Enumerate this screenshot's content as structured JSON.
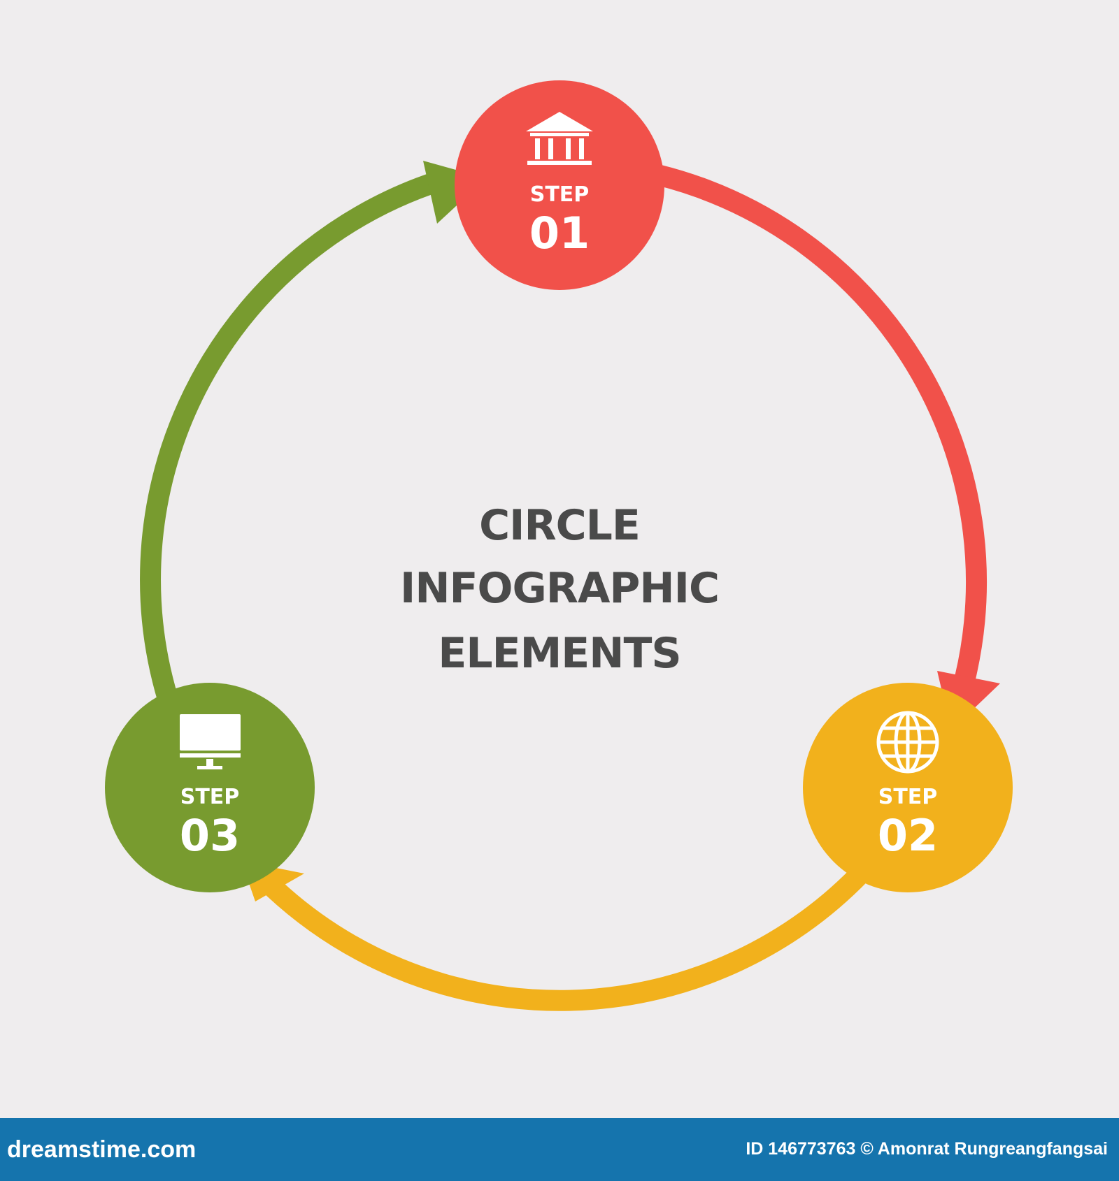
{
  "title_lines": [
    "CIRCLE",
    "INFOGRAPHIC",
    "ELEMENTS"
  ],
  "steps": [
    {
      "label": "STEP",
      "number": "01",
      "icon": "bank-icon",
      "color": "#f1514a"
    },
    {
      "label": "STEP",
      "number": "02",
      "icon": "globe-icon",
      "color": "#f2b11c"
    },
    {
      "label": "STEP",
      "number": "03",
      "icon": "monitor-icon",
      "color": "#789b2f"
    }
  ],
  "colors": {
    "background": "#efedee",
    "title": "#4a4a4a",
    "footer": "#1574ad",
    "red": "#f1514a",
    "yellow": "#f2b11c",
    "green": "#789b2f"
  },
  "footer": {
    "brand": "dreamstime.com",
    "credit": "ID 146773763 © Amonrat Rungreangfangsai"
  }
}
